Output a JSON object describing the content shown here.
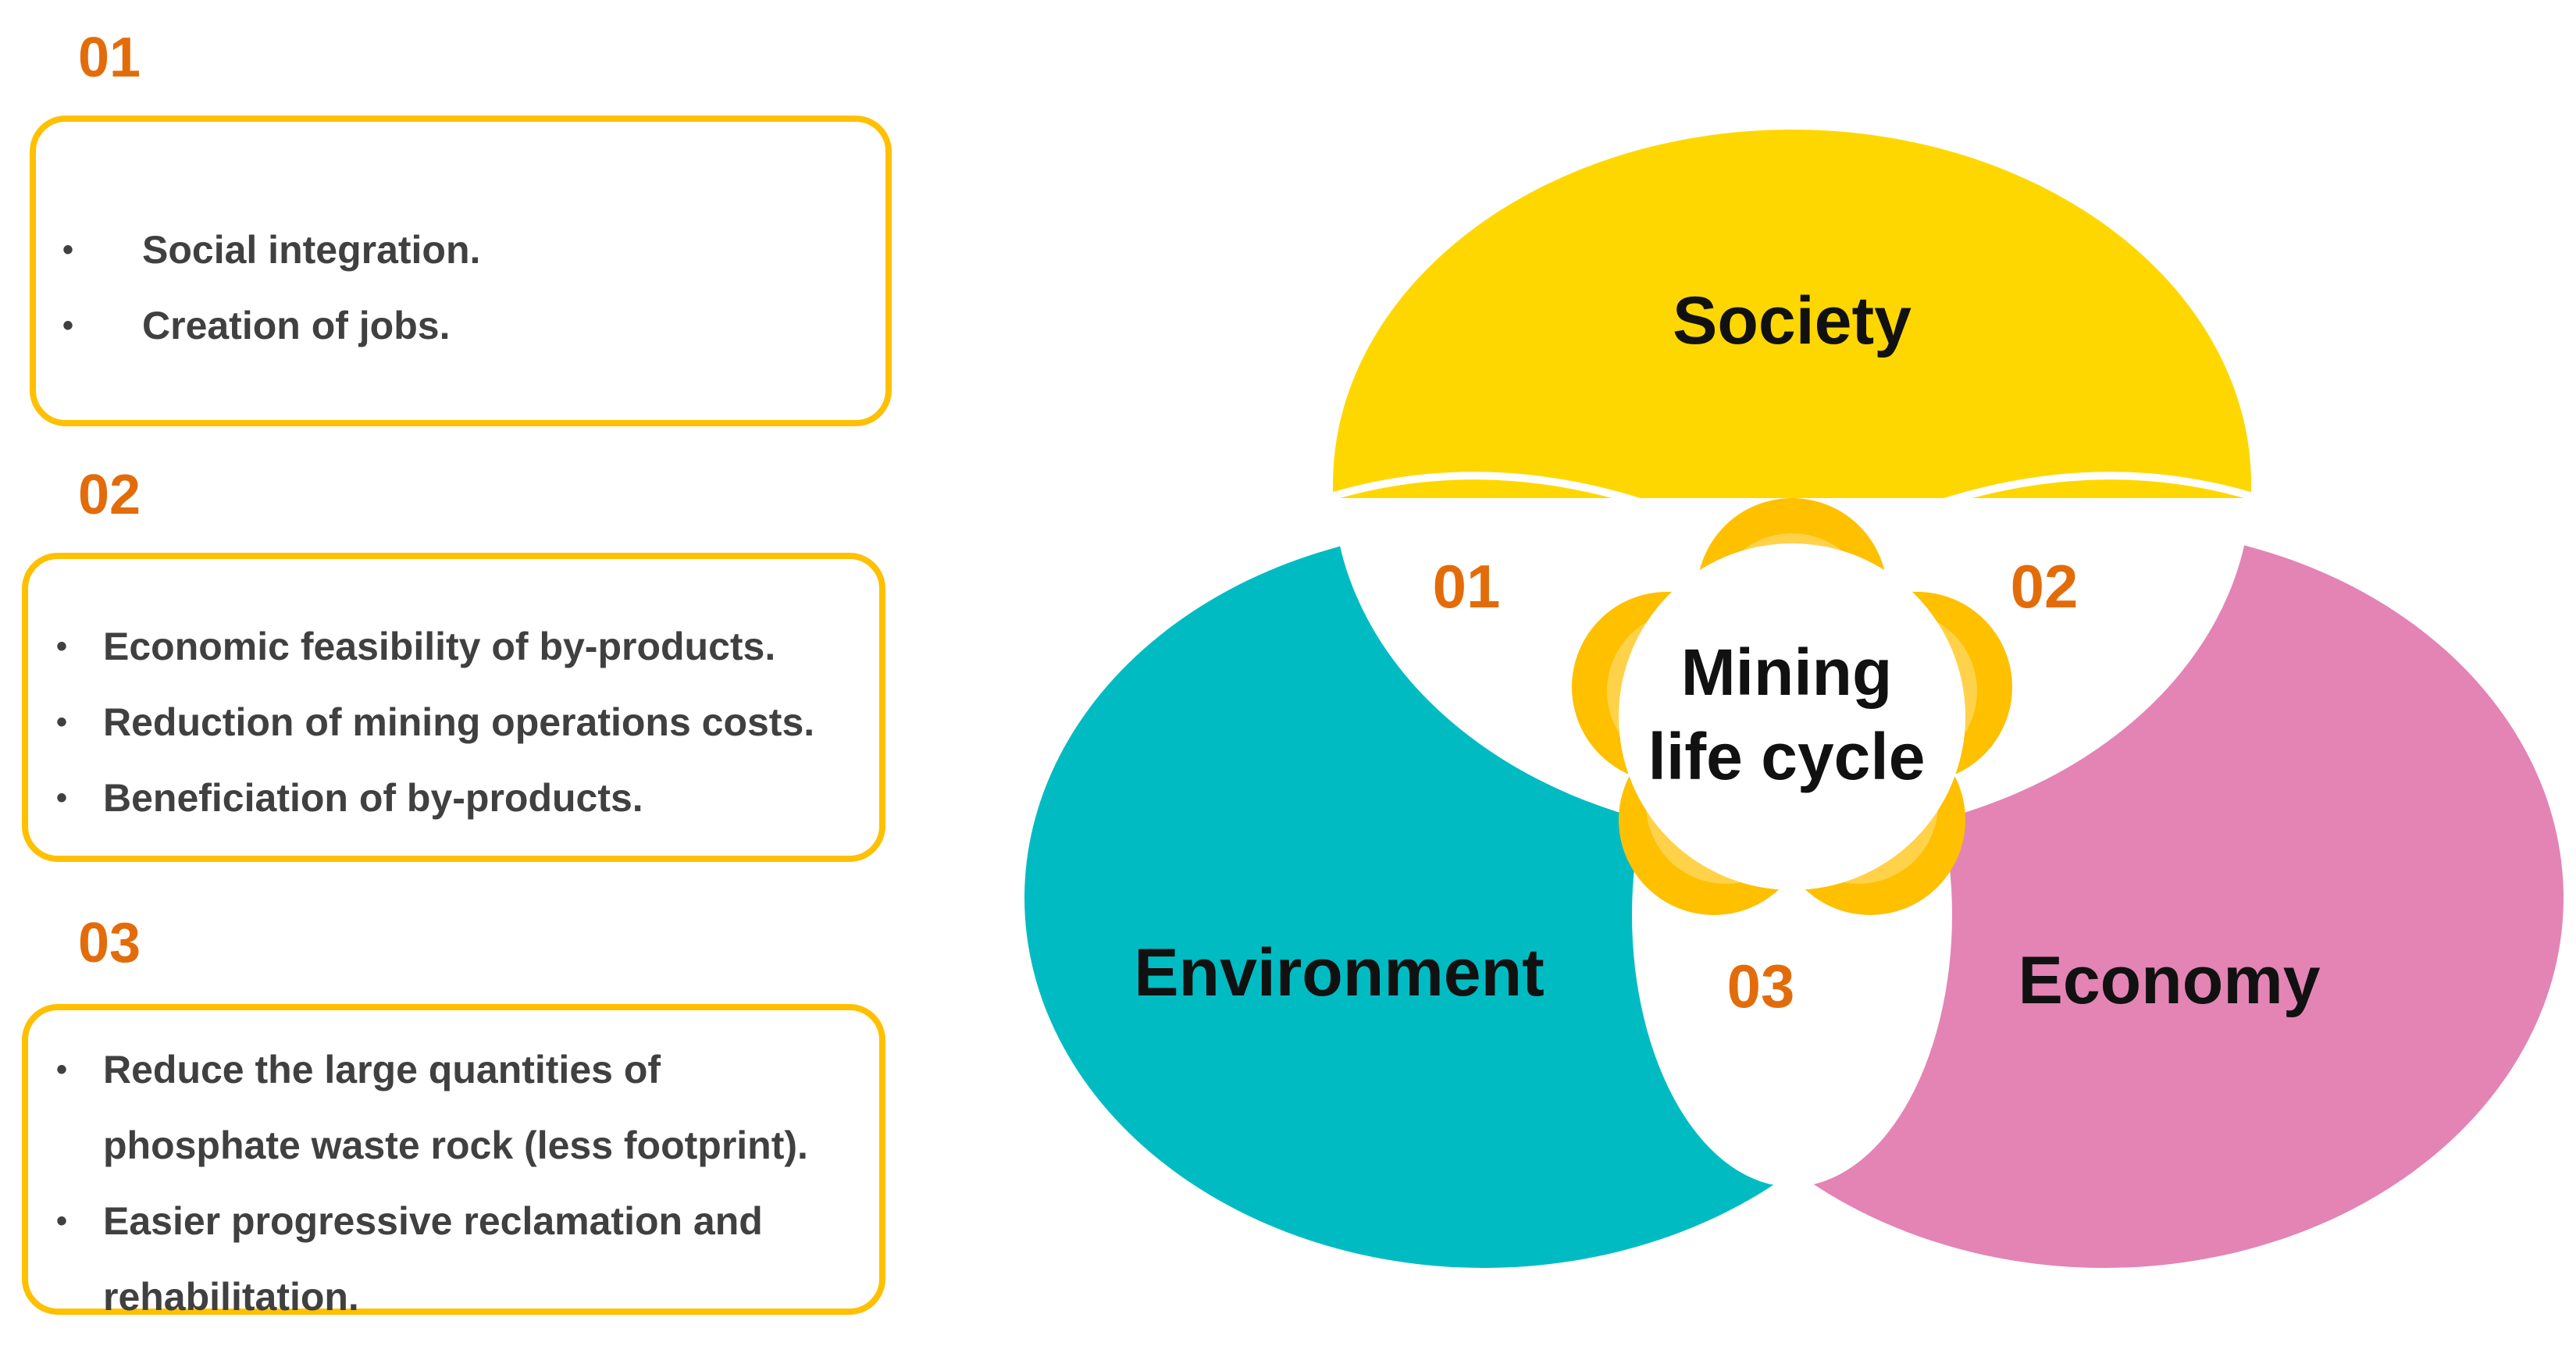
{
  "sections": [
    {
      "number": "01",
      "items": [
        "Social integration.",
        "Creation of jobs."
      ]
    },
    {
      "number": "02",
      "items": [
        "Economic feasibility of by-products.",
        "Reduction of mining operations costs.",
        "Beneficiation of by-products."
      ]
    },
    {
      "number": "03",
      "items": [
        "Reduce the large quantities of",
        "phosphate waste rock (less footprint).",
        "Easier progressive reclamation and",
        "rehabilitation."
      ]
    }
  ],
  "bullet": "•",
  "diagram": {
    "society": "Society",
    "environment": "Environment",
    "economy": "Economy",
    "center_line1": "Mining",
    "center_line2": "life cycle",
    "overlap_1": "01",
    "overlap_2": "02",
    "overlap_3": "03"
  },
  "colors": {
    "society": "#FFD700",
    "environment": "#00BCC2",
    "economy": "#E384B5",
    "flower": "#FFC000",
    "number": "#E36C0A",
    "card_border": "#FFC000"
  }
}
